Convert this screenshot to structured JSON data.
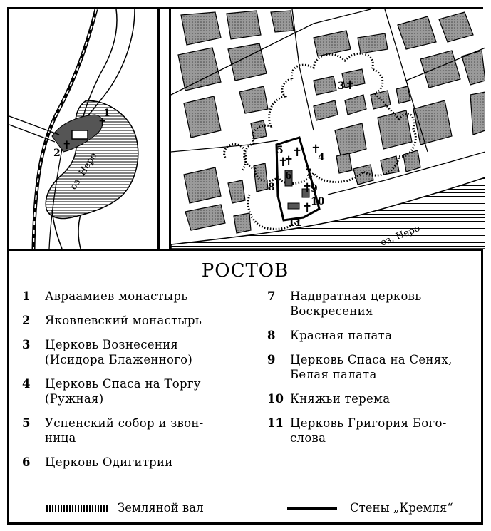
{
  "title": "РОСТОВ",
  "legend_left": [
    {
      "n": "1",
      "text": "Авраамиев монастырь"
    },
    {
      "n": "2",
      "text": "Яковлевский монастырь"
    },
    {
      "n": "3",
      "text": "Церковь  Вознесения\n(Исидора Блаженного)"
    },
    {
      "n": "4",
      "text": "Церковь Спаса на Торгу\n(Ружная)"
    },
    {
      "n": "5",
      "text": "Успенский собор и звон-\nница"
    },
    {
      "n": "6",
      "text": "Церковь Одигитрии"
    }
  ],
  "legend_right": [
    {
      "n": "7",
      "text": "Надвратная церковь\nВоскресения"
    },
    {
      "n": "8",
      "text": "Красная палата"
    },
    {
      "n": "9",
      "text": "Церковь Спаса на Сенях,\nБелая палата"
    },
    {
      "n": "10",
      "text": "Княжьи терема"
    },
    {
      "n": "11",
      "text": "Церковь Григория Бого-\nслова"
    }
  ],
  "key": {
    "rampart": "Земляной вал",
    "kremlin_walls": "Стены „Кремля“"
  },
  "map_labels": {
    "lake_left": "оз. Неро",
    "lake_right": "оз. Неро",
    "markers_left": [
      "1",
      "2"
    ],
    "markers_right": [
      "3",
      "4",
      "5",
      "6",
      "7",
      "8",
      "9",
      "10",
      "11"
    ]
  }
}
